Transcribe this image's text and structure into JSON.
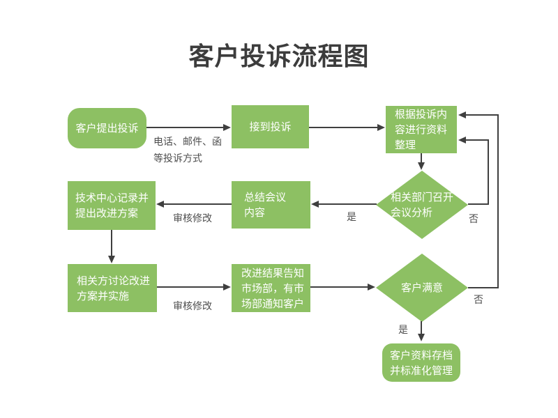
{
  "title": "客户投诉流程图",
  "colors": {
    "node_fill": "#8dc063",
    "node_text": "#ffffff",
    "arrow": "#3f3f3f",
    "edge_label_text": "#4d4d4d",
    "title_text": "#3c3c3c",
    "background": "#ffffff"
  },
  "nodes": {
    "start": {
      "shape": "rounded-rect",
      "label": "客户提出投诉"
    },
    "receive": {
      "shape": "rect",
      "label": "接到投诉"
    },
    "organize": {
      "shape": "rect",
      "label": "根据投诉内\n容进行资料\n整理"
    },
    "meeting": {
      "shape": "diamond",
      "label": "相关部门召开\n会议分析"
    },
    "summary": {
      "shape": "rect",
      "label": "总结会议\n内容"
    },
    "record": {
      "shape": "rect",
      "label": "技术中心记录并\n提出改进方案"
    },
    "discuss": {
      "shape": "rect",
      "label": "相关方讨论改进\n方案并实施"
    },
    "notify": {
      "shape": "rect",
      "label": "改进结果告知\n市场部，有市\n场部通知客户"
    },
    "satisfied": {
      "shape": "diamond",
      "label": "客户满意"
    },
    "archive": {
      "shape": "rounded-rect",
      "label": "客户资料存档\n并标准化管理"
    }
  },
  "edge_labels": {
    "complaint_method": "电话、邮件、函\n等投诉方式",
    "review_modify_1": "审核修改",
    "review_modify_2": "审核修改",
    "yes_meeting": "是",
    "no_meeting": "否",
    "yes_satisfied": "是",
    "no_satisfied": "否"
  }
}
